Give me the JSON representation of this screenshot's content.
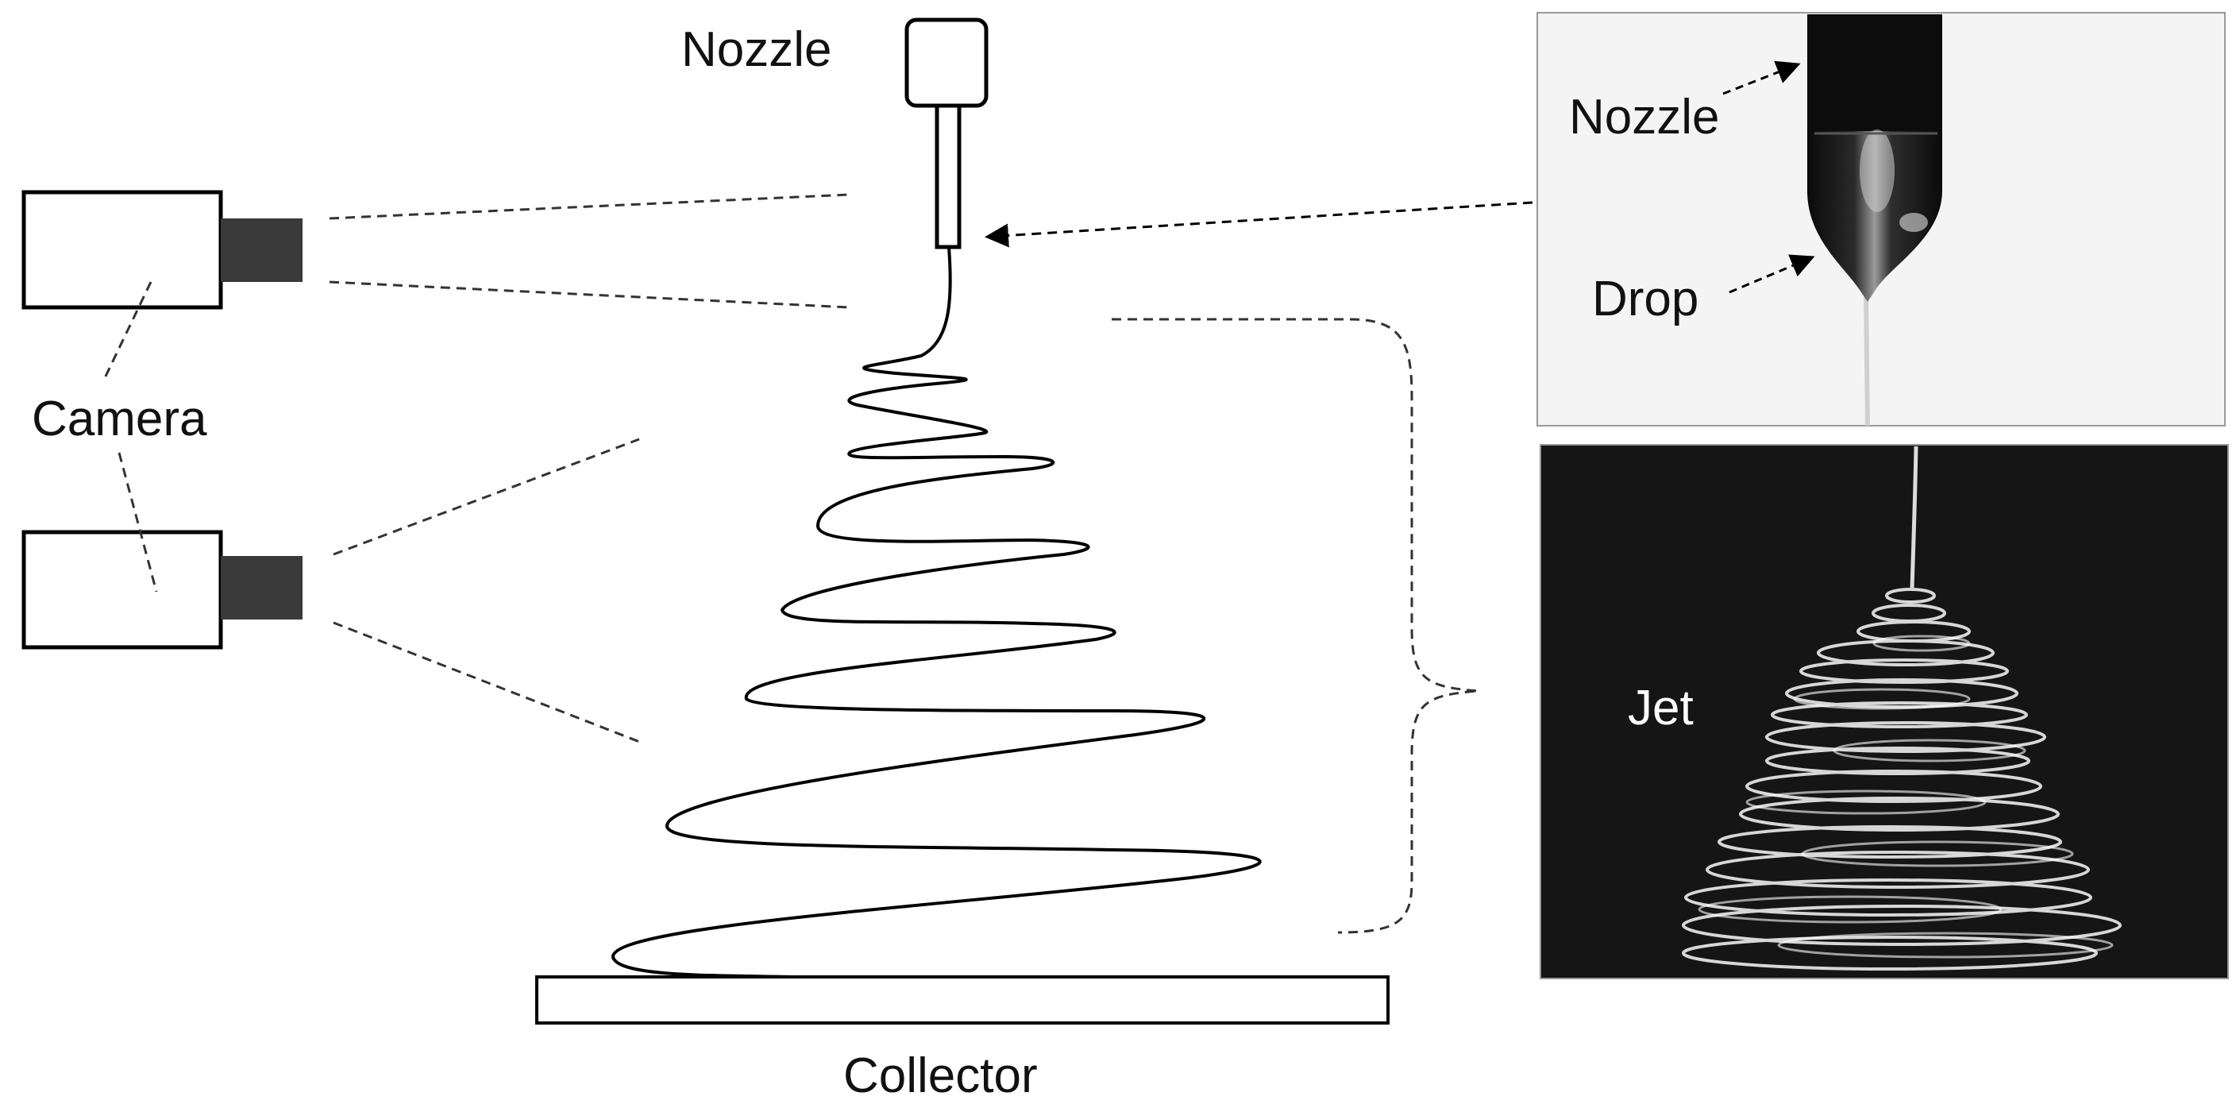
{
  "labels": {
    "nozzle_main": "Nozzle",
    "camera": "Camera",
    "collector": "Collector",
    "photo_nozzle": "Nozzle",
    "photo_drop": "Drop",
    "photo_jet": "Jet"
  },
  "colors": {
    "line": "#000000",
    "camera_lens": "#3a3a3a",
    "photo_light_bg": "#f4f4f4",
    "photo_dark_bg": "#151515",
    "jet_strand": "#e8e8e8"
  },
  "icons": {
    "camera": "camera-icon",
    "nozzle": "nozzle-icon",
    "collector": "collector-plate"
  }
}
